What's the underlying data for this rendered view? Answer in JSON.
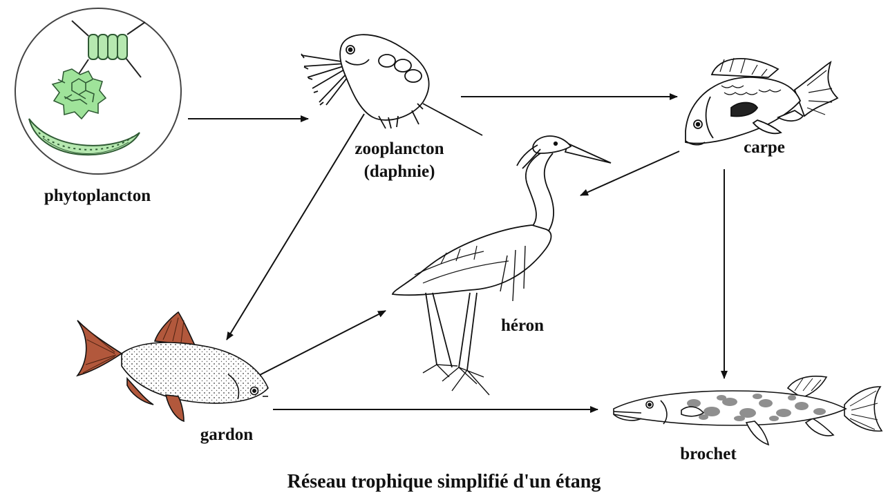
{
  "diagram": {
    "title": "Réseau trophique simplifié d'un étang",
    "nodes": {
      "phytoplancton": {
        "label": "phytoplancton",
        "icon": "phytoplankton-icon"
      },
      "zooplancton": {
        "label_line1": "zooplancton",
        "label_line2": "(daphnie)",
        "icon": "daphnia-icon"
      },
      "carpe": {
        "label": "carpe",
        "icon": "carp-icon"
      },
      "heron": {
        "label": "héron",
        "icon": "heron-icon"
      },
      "gardon": {
        "label": "gardon",
        "icon": "roach-fish-icon"
      },
      "brochet": {
        "label": "brochet",
        "icon": "pike-fish-icon"
      }
    },
    "edges": [
      {
        "from": "phytoplancton",
        "to": "zooplancton"
      },
      {
        "from": "zooplancton",
        "to": "carpe"
      },
      {
        "from": "zooplancton",
        "to": "gardon"
      },
      {
        "from": "carpe",
        "to": "heron"
      },
      {
        "from": "carpe",
        "to": "brochet"
      },
      {
        "from": "gardon",
        "to": "heron"
      },
      {
        "from": "gardon",
        "to": "brochet"
      }
    ],
    "colors": {
      "diatom_fill": "#b6e8b0",
      "colony_fill": "#9fe39a",
      "plankton_stroke": "#2f5a34",
      "roach_fin": "#b2583c",
      "pike_spots": "#8f8f8f",
      "line": "#111111"
    }
  }
}
